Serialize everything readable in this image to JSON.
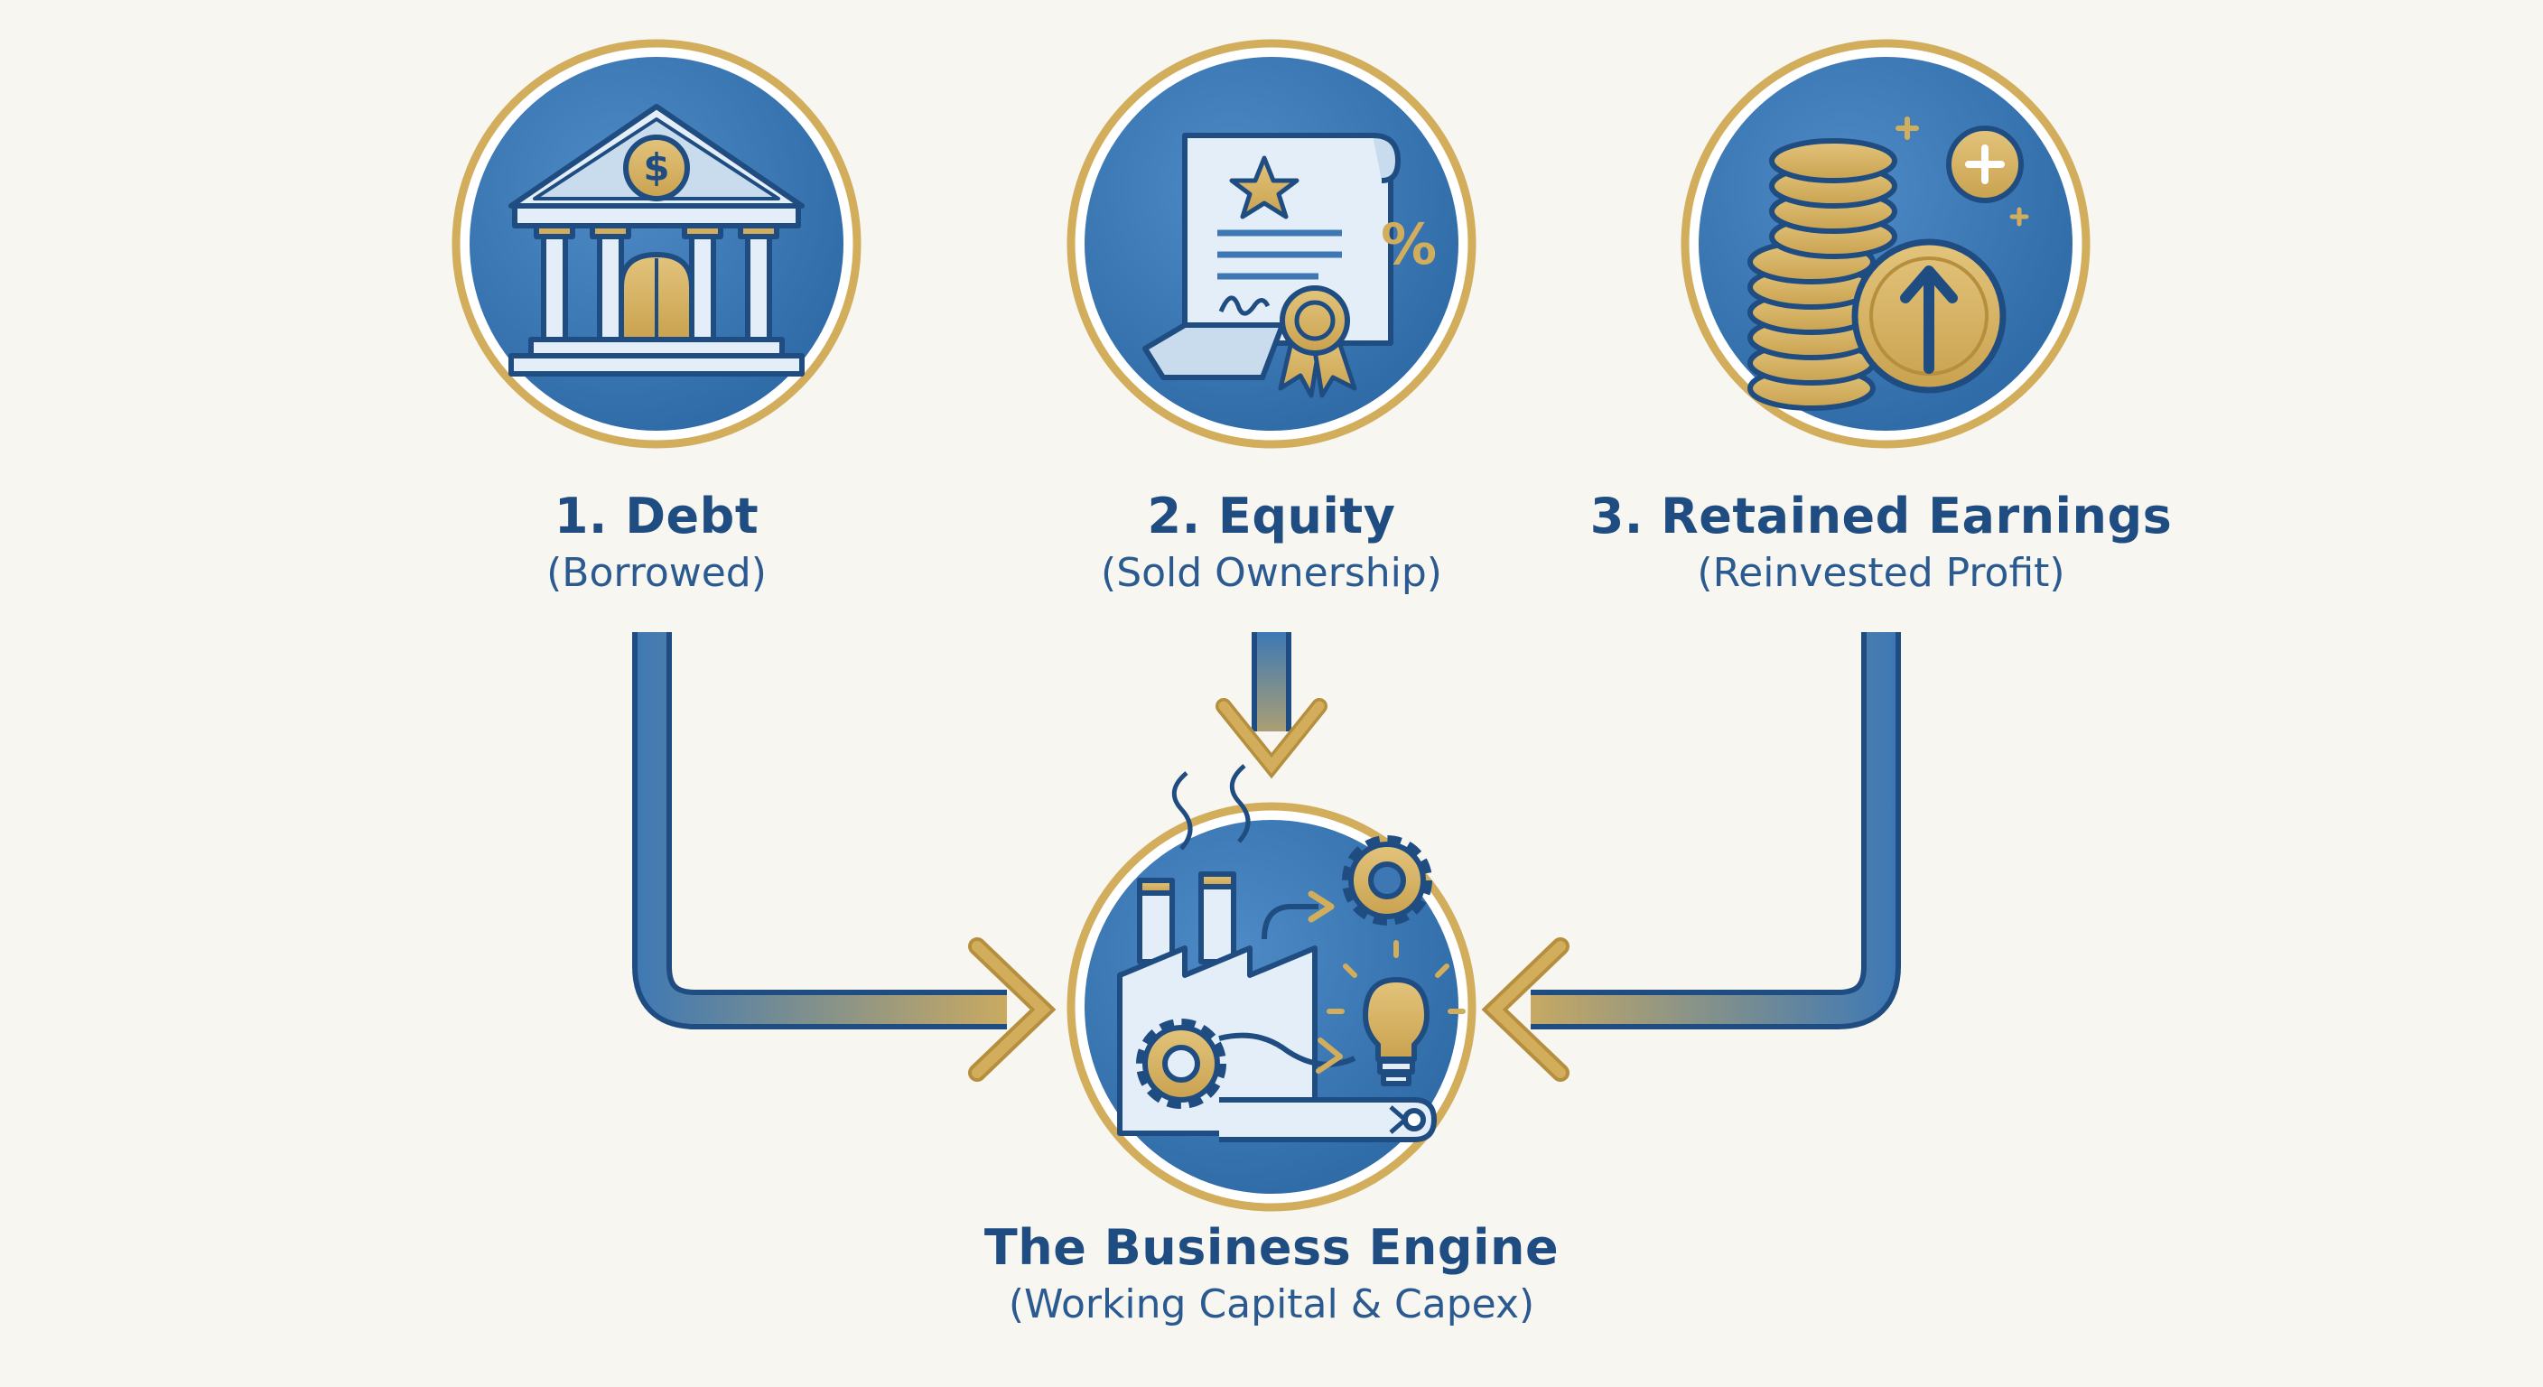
{
  "sources": [
    {
      "title": "1. Debt",
      "subtitle": "(Borrowed)",
      "icon": "bank-dollar-icon"
    },
    {
      "title": "2. Equity",
      "subtitle": "(Sold Ownership)",
      "icon": "certificate-percent-icon"
    },
    {
      "title": "3. Retained Earnings",
      "subtitle": "(Reinvested Profit)",
      "icon": "coins-growth-icon"
    }
  ],
  "engine": {
    "title": "The Business Engine",
    "subtitle": "(Working Capital & Capex)",
    "icon": "factory-gears-icon"
  },
  "equity_percent_symbol": "%",
  "coin_dollar_symbol": "$",
  "colors": {
    "navy": "#1f4d82",
    "blue": "#3d78b5",
    "gold": "#d2ad5c",
    "gold_dark": "#b58f3e",
    "light": "#e4eef8",
    "background": "#f7f6f1"
  }
}
